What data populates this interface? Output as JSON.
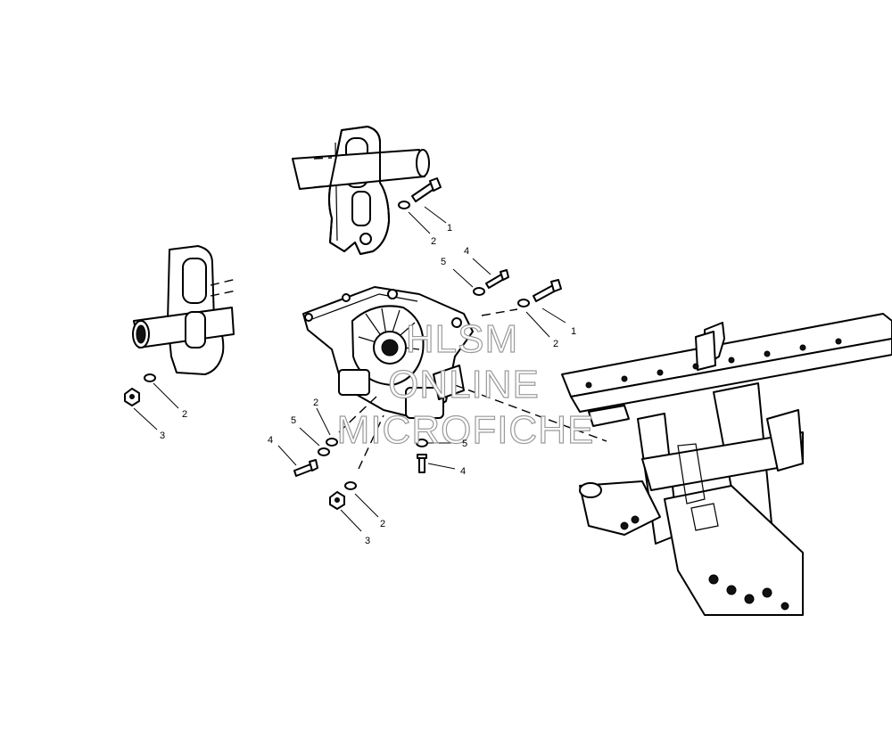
{
  "callouts": [
    {
      "id": "c1a",
      "text": "1"
    },
    {
      "id": "c1b",
      "text": "1"
    },
    {
      "id": "c2a",
      "text": "2"
    },
    {
      "id": "c2b",
      "text": "2"
    },
    {
      "id": "c2c",
      "text": "2"
    },
    {
      "id": "c2d",
      "text": "2"
    },
    {
      "id": "c2e",
      "text": "2"
    },
    {
      "id": "c3a",
      "text": "3"
    },
    {
      "id": "c3b",
      "text": "3"
    },
    {
      "id": "c4a",
      "text": "4"
    },
    {
      "id": "c4b",
      "text": "4"
    },
    {
      "id": "c4c",
      "text": "4"
    },
    {
      "id": "c5a",
      "text": "5"
    },
    {
      "id": "c5b",
      "text": "5"
    },
    {
      "id": "c5c",
      "text": "5"
    }
  ],
  "watermark": {
    "line1": "HLSM",
    "line2": "ONLINE",
    "line3": "MICROFICHE"
  }
}
